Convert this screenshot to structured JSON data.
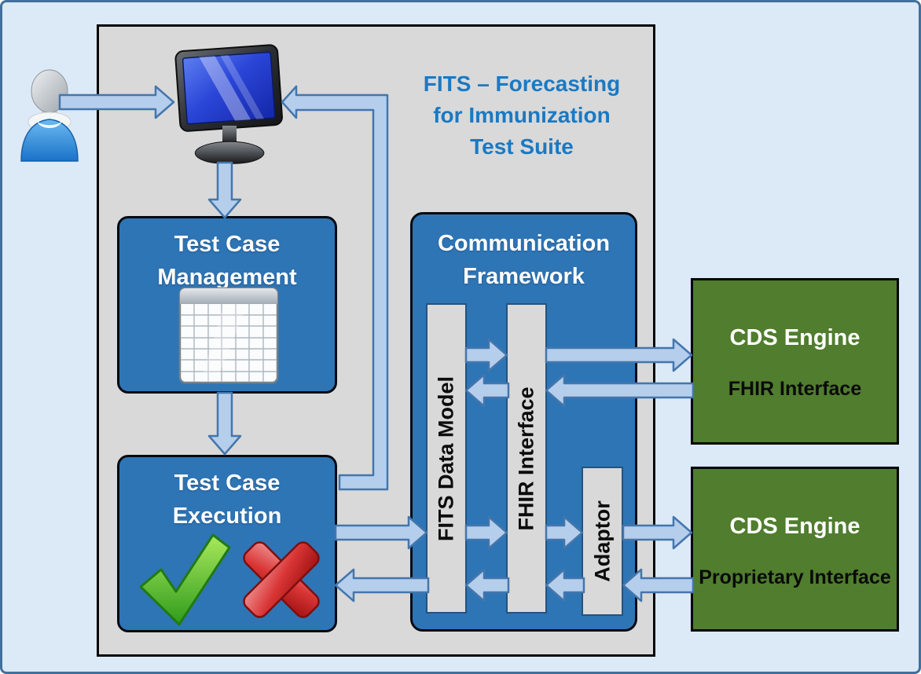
{
  "diagram_title": {
    "line1": "FITS – Forecasting",
    "line2": "for Immunization",
    "line3": "Test Suite"
  },
  "nodes": {
    "test_case_management": {
      "line1": "Test Case",
      "line2": "Management"
    },
    "test_case_execution": {
      "line1": "Test Case",
      "line2": "Execution"
    },
    "communication_framework": {
      "line1": "Communication",
      "line2": "Framework"
    },
    "fits_data_model": {
      "label": "FITS Data Model"
    },
    "fhir_interface": {
      "label": "FHIR Interface"
    },
    "adaptor": {
      "label": "Adaptor"
    },
    "cds_engine_fhir": {
      "title": "CDS Engine",
      "subtitle": "FHIR Interface"
    },
    "cds_engine_proprietary": {
      "title": "CDS Engine",
      "subtitle": "Proprietary Interface"
    }
  },
  "icons": {
    "user": "user-icon",
    "monitor": "computer-monitor-icon",
    "spreadsheet": "spreadsheet-table-icon",
    "pass": "green-checkmark-icon",
    "fail": "red-cross-icon"
  },
  "colors": {
    "background": "#DCE9F6",
    "outer_border": "#41719C",
    "container_gray": "#D9D9D9",
    "node_blue": "#2E75B6",
    "node_green": "#507D2E",
    "arrow_fill": "#B5CEEB",
    "arrow_border": "#4476AC",
    "title_text": "#1B79C2"
  }
}
